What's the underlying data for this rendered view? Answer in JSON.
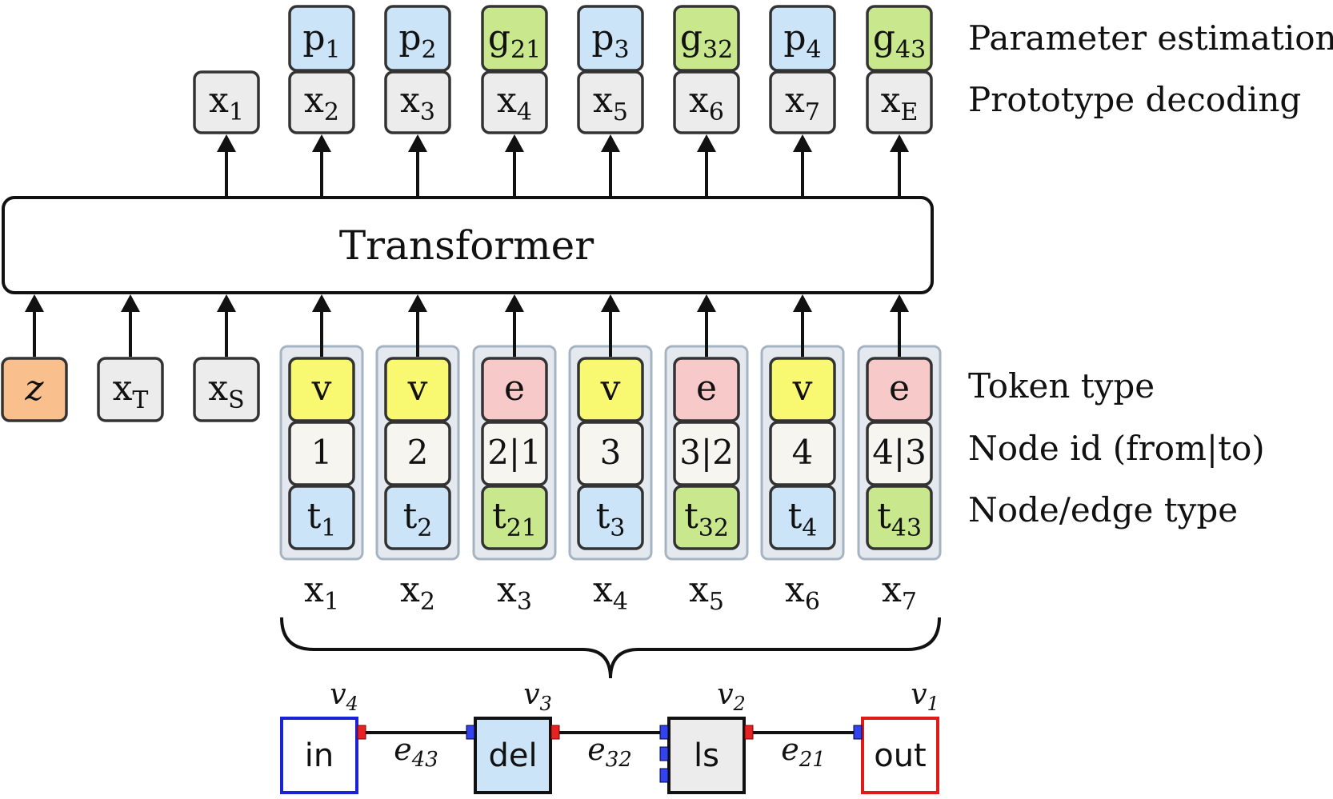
{
  "row_labels": {
    "parameter_estimation": "Parameter estimation",
    "prototype_decoding": "Prototype decoding",
    "token_type": "Token type",
    "node_id": "Node id (from|to)",
    "node_edge_type": "Node/edge type"
  },
  "transformer_label": "Transformer",
  "outputs_top": [
    {
      "base": "p",
      "sub": "1"
    },
    {
      "base": "p",
      "sub": "2"
    },
    {
      "base": "g",
      "sub": "21"
    },
    {
      "base": "p",
      "sub": "3"
    },
    {
      "base": "g",
      "sub": "32"
    },
    {
      "base": "p",
      "sub": "4"
    },
    {
      "base": "g",
      "sub": "43"
    }
  ],
  "outputs_decoded": [
    {
      "base": "x",
      "sub": "1"
    },
    {
      "base": "x",
      "sub": "2"
    },
    {
      "base": "x",
      "sub": "3"
    },
    {
      "base": "x",
      "sub": "4"
    },
    {
      "base": "x",
      "sub": "5"
    },
    {
      "base": "x",
      "sub": "6"
    },
    {
      "base": "x",
      "sub": "7"
    },
    {
      "base": "x",
      "sub": "E"
    }
  ],
  "special_inputs": [
    {
      "base": "z",
      "sub": "",
      "italic": true
    },
    {
      "base": "x",
      "sub": "T"
    },
    {
      "base": "x",
      "sub": "S"
    }
  ],
  "token_columns": [
    {
      "type": "v",
      "id": "1",
      "ttype": {
        "base": "t",
        "sub": "1"
      },
      "label": {
        "base": "x",
        "sub": "1"
      }
    },
    {
      "type": "v",
      "id": "2",
      "ttype": {
        "base": "t",
        "sub": "2"
      },
      "label": {
        "base": "x",
        "sub": "2"
      }
    },
    {
      "type": "e",
      "id": "2|1",
      "ttype": {
        "base": "t",
        "sub": "21"
      },
      "label": {
        "base": "x",
        "sub": "3"
      }
    },
    {
      "type": "v",
      "id": "3",
      "ttype": {
        "base": "t",
        "sub": "3"
      },
      "label": {
        "base": "x",
        "sub": "4"
      }
    },
    {
      "type": "e",
      "id": "3|2",
      "ttype": {
        "base": "t",
        "sub": "32"
      },
      "label": {
        "base": "x",
        "sub": "5"
      }
    },
    {
      "type": "v",
      "id": "4",
      "ttype": {
        "base": "t",
        "sub": "4"
      },
      "label": {
        "base": "x",
        "sub": "6"
      }
    },
    {
      "type": "e",
      "id": "4|3",
      "ttype": {
        "base": "t",
        "sub": "43"
      },
      "label": {
        "base": "x",
        "sub": "7"
      }
    }
  ],
  "graph": {
    "nodes": [
      {
        "label": "in",
        "name": {
          "base": "v",
          "sub": "4"
        }
      },
      {
        "label": "del",
        "name": {
          "base": "v",
          "sub": "3"
        }
      },
      {
        "label": "ls",
        "name": {
          "base": "v",
          "sub": "2"
        }
      },
      {
        "label": "out",
        "name": {
          "base": "v",
          "sub": "1"
        }
      }
    ],
    "edges": [
      {
        "base": "e",
        "sub": "43"
      },
      {
        "base": "e",
        "sub": "32"
      },
      {
        "base": "e",
        "sub": "21"
      }
    ]
  },
  "colors": {
    "vertex_token": "#f9f871",
    "edge_token": "#f8c9c9",
    "node_type": "#cce4f7",
    "edge_type": "#c9e88e",
    "noise_token": "#f9c08e",
    "neutral_token": "#ececec",
    "id_cell": "#f7f5ef",
    "group_bg": "#e4e9ef",
    "group_border": "#a6b4c2",
    "in_node": "#1a22d8",
    "out_node": "#e01919",
    "port_red": "#e82222",
    "port_blue": "#3344ee"
  }
}
